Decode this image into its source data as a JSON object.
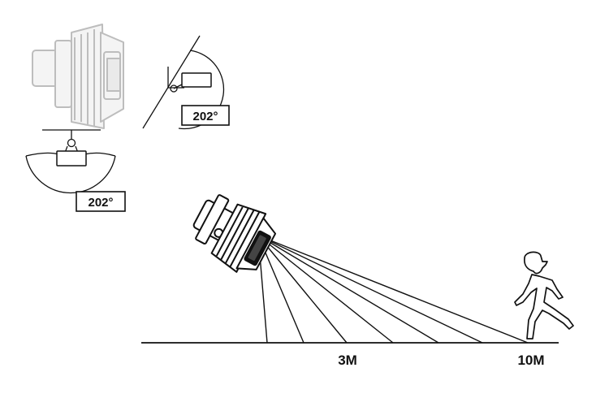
{
  "colors": {
    "ink": "#111111",
    "faded": "#bdbdbd",
    "background": "#ffffff"
  },
  "icons": {
    "sensor_faded": "pir-sensor-icon",
    "sensor_main": "pir-sensor-icon",
    "person": "walking-person-icon"
  },
  "top_view": {
    "angle_label": "202°"
  },
  "side_view": {
    "angle_label": "202°"
  },
  "distances": {
    "near_label": "3M",
    "far_label": "10M"
  }
}
